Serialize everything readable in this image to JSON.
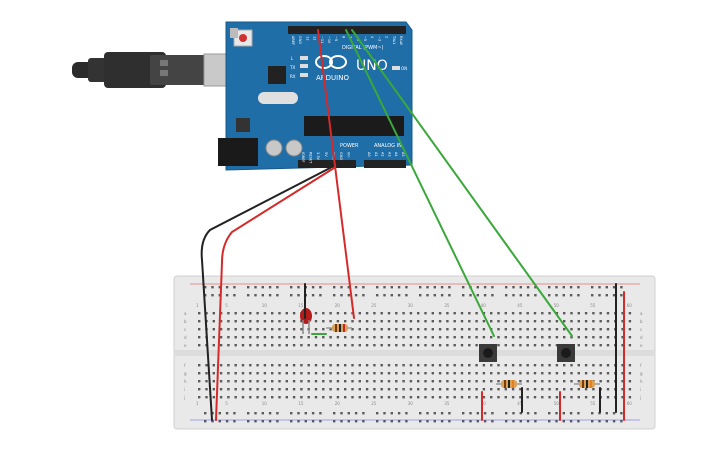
{
  "board": {
    "brand": "ARDUINO",
    "model": "UNO",
    "digital_label": "DIGITAL (PWM~)",
    "power_label": "POWER",
    "analog_label": "ANALOG IN",
    "tx_label": "TX",
    "rx_label": "RX",
    "l_label": "L",
    "on_label": "ON",
    "digital_pins": [
      "AREF",
      "GND",
      "13",
      "12",
      "~11",
      "~10",
      "~9",
      "8",
      "7",
      "~6",
      "~5",
      "4",
      "~3",
      "2",
      "TX▸1",
      "RX◂0"
    ],
    "power_pins": [
      "IOREF",
      "RESET",
      "3.3V",
      "5V",
      "GND",
      "GND",
      "Vin"
    ],
    "analog_pins": [
      "A0",
      "A1",
      "A2",
      "A3",
      "A4",
      "A5"
    ]
  },
  "breadboard": {
    "top_numbers": [
      "1",
      "5",
      "10",
      "15",
      "20",
      "25",
      "30",
      "35",
      "40",
      "45",
      "50",
      "55",
      "60"
    ],
    "bottom_numbers": [
      "1",
      "5",
      "10",
      "15",
      "20",
      "25",
      "30",
      "35",
      "40",
      "45",
      "50",
      "55",
      "60"
    ],
    "row_letters_top": [
      "a",
      "b",
      "c",
      "d",
      "e"
    ],
    "row_letters_bottom": [
      "f",
      "g",
      "h",
      "i",
      "j"
    ]
  },
  "colors": {
    "board": "#1f6ea8",
    "breadboard": "#e9e9e9",
    "wire_red": "#d62a2a",
    "wire_black": "#222222",
    "wire_green": "#3aa83a",
    "led_red": "#b51b1b"
  }
}
